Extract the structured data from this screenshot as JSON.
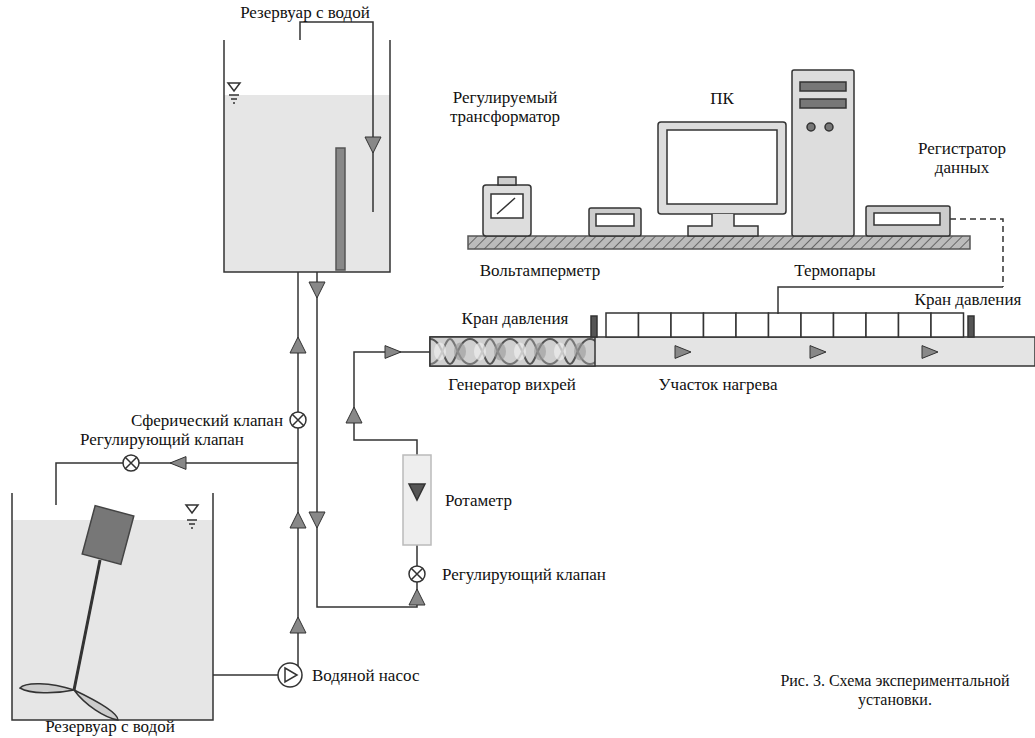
{
  "diagram": {
    "caption": "Рис. 3. Схема экспериментальной установки.",
    "labels": [
      "Резервуар с водой",
      "Регулируемый трансформатор",
      "ПК",
      "Регистратор данных",
      "Вольтамперметр",
      "Термопары",
      "Кран давления",
      "Кран давления",
      "Сферический клапан",
      "Генератор вихрей",
      "Участок нагрева",
      "Регулирующий клапан",
      "Ротаметр",
      "Регулирующий клапан",
      "Водяной насос",
      "Резервуар с водой"
    ]
  }
}
